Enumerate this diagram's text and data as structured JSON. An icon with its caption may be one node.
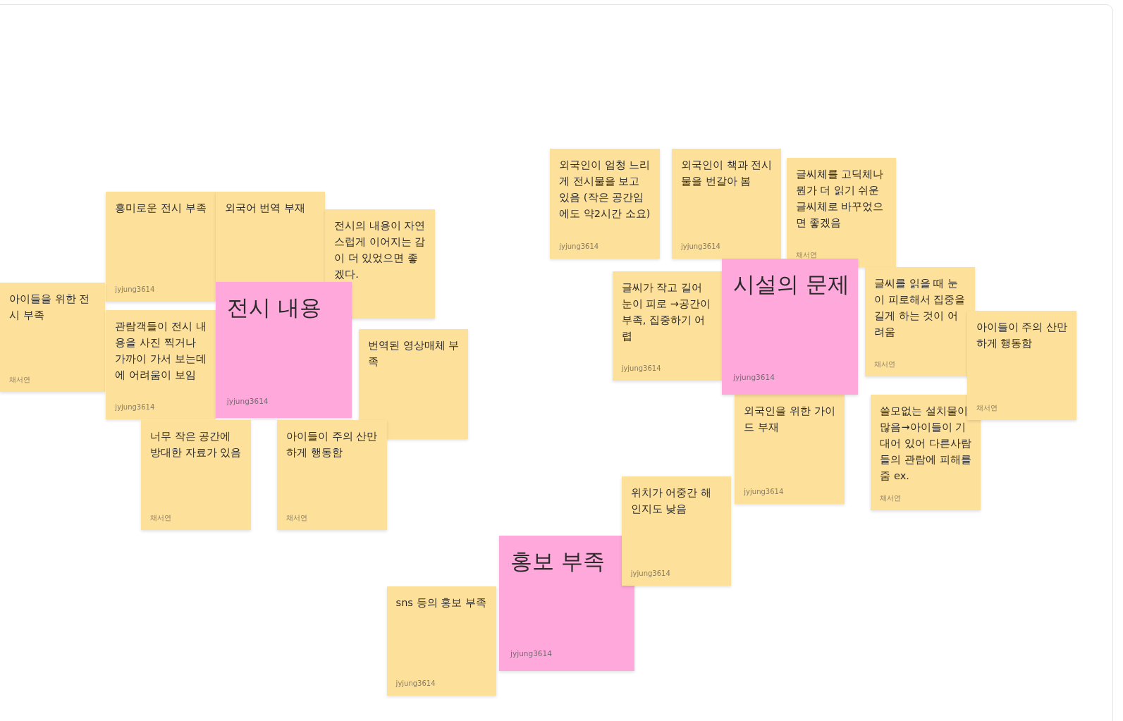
{
  "diagram": {
    "nodes": [
      {
        "text": [
          "흥미로운 전시 부족",
          "jyjung3614"
        ]
      },
      {
        "text": [
          "외국어 번역 부재"
        ]
      },
      {
        "text": [
          "전시의 내용이 자연스럽게 이어지는 감이 더 있었으면 좋겠다."
        ]
      },
      {
        "text": [
          "아이들을 위한 전시 부족",
          "채서연"
        ]
      },
      {
        "text": [
          "관람객들이 전시 내용을 사진 찍거나 가까이 가서 보는데에 어려움이 보임",
          "jyjung3614"
        ]
      },
      {
        "text": [
          "전시 내용",
          "jyjung3614"
        ]
      },
      {
        "text": [
          "번역된 영상매체 부족"
        ]
      },
      {
        "text": [
          "너무 작은 공간에 방대한 자료가 있음",
          "채서연"
        ]
      },
      {
        "text": [
          "아이들이 주의 산만하게 행동함",
          "채서연"
        ]
      },
      {
        "text": [
          "외국인이 엄청 느리게 전시물을 보고 있음 (작은 공간임에도 약2시간 소요)",
          "jyjung3614"
        ]
      },
      {
        "text": [
          "외국인이 책과 전시물을 번갈아 봄",
          "jyjung3614"
        ]
      },
      {
        "text": [
          "글씨체를 고딕체나 뭔가 더 읽기 쉬운 글씨체로 바꾸었으면 좋겠음",
          "채서연"
        ]
      },
      {
        "text": [
          "글씨가 작고 길어 눈이 피로 →공간이 부족, 집중하기 어렵",
          "jyjung3614"
        ]
      },
      {
        "text": [
          "시설의 문제",
          "jyjung3614"
        ]
      },
      {
        "text": [
          "글씨를 읽을 때 눈이 피로해서 집중을 길게 하는 것이 어려움",
          "채서연"
        ]
      },
      {
        "text": [
          "아이들이 주의 산만하게 행동함",
          "채서연"
        ]
      },
      {
        "text": [
          "외국인을 위한 가이드 부재",
          "jyjung3614"
        ]
      },
      {
        "text": [
          "쓸모없는 설치물이 많음→아이들이 기대어 있어 다른사람들의 관람에 피해를 줌 ex.",
          "채서연"
        ]
      },
      {
        "text": [
          "위치가 어중간 해 인지도 낮음",
          "jyjung3614"
        ]
      },
      {
        "text": [
          "홍보 부족",
          "jyjung3614"
        ]
      },
      {
        "text": [
          "sns 등의 홍보 부족",
          "jyjung3614"
        ]
      }
    ]
  }
}
